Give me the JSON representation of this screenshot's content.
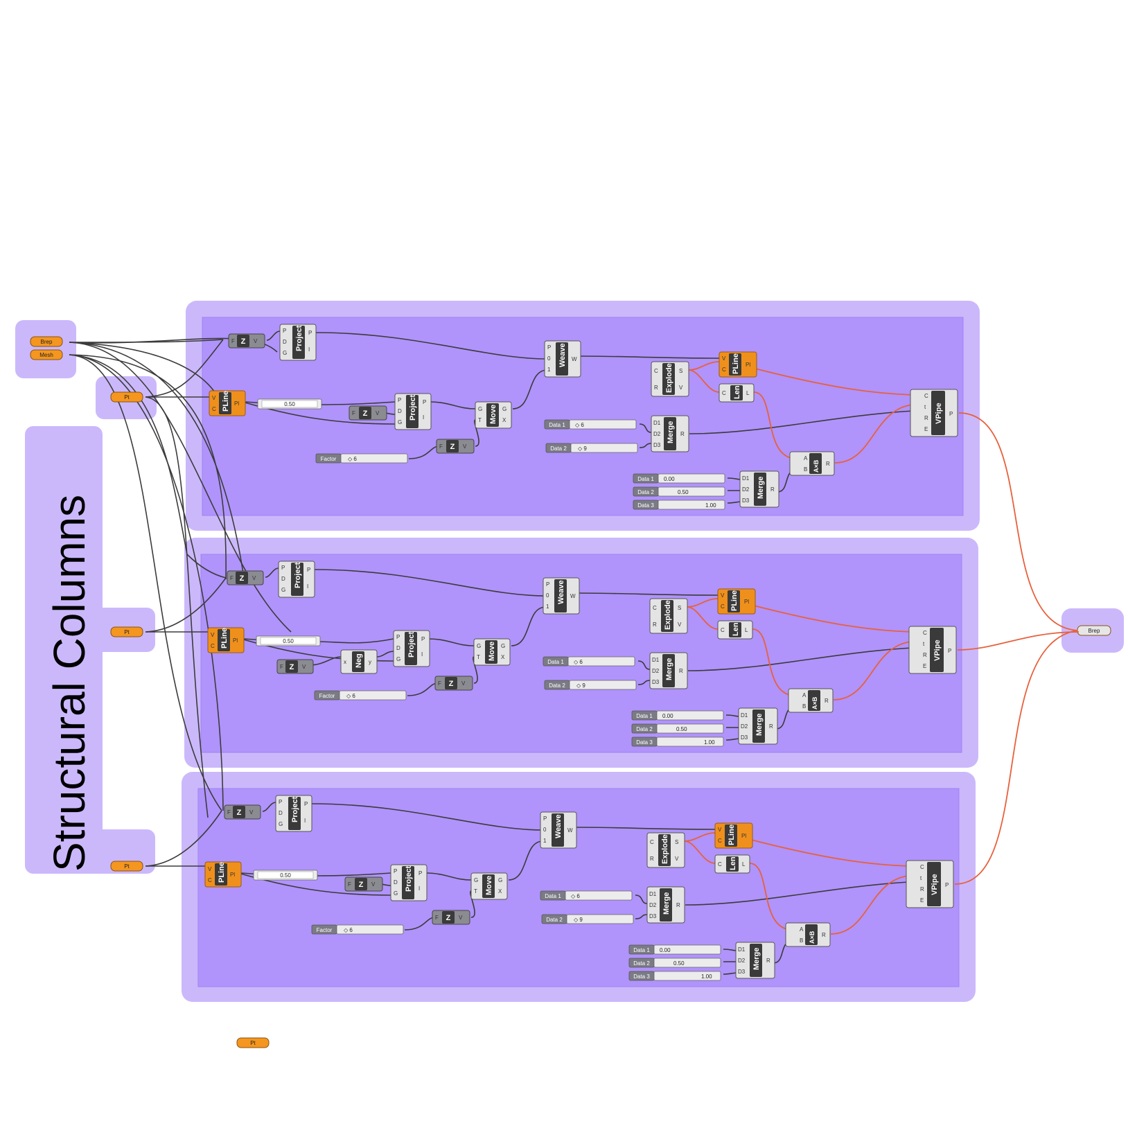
{
  "title": "Structural Columns",
  "colors": {
    "group_outer": "#cbb8fb",
    "group_inner": "#b093fb",
    "wire": "#3b3b3b",
    "wire_selected": "#e8603b",
    "param_fill": "#f4961f"
  },
  "params": {
    "brep": "Brep",
    "mesh": "Mesh",
    "pt": "Pt",
    "brep_out": "Brep"
  },
  "components": {
    "project": "Project",
    "weave": "Weave",
    "explode": "Explode",
    "pline": "PLine",
    "len": "Len",
    "vpipe": "VPipe",
    "merge": "Merge",
    "move": "Move",
    "axb": "A×B",
    "z": "Z",
    "neg": "Neg"
  },
  "sliders": {
    "factor_label": "Factor",
    "factor_value": "◇ 6",
    "offset_value": "0.50",
    "data1_label": "Data 1",
    "data2_label": "Data 2",
    "data3_label": "Data 3",
    "merge_a_d1": "◇ 6",
    "merge_a_d2": "◇ 9",
    "merge_b_d1": "0.00",
    "merge_b_d2": "0.50",
    "merge_b_d3": "1.00"
  },
  "ports": {
    "p": "P",
    "d": "D",
    "g": "G",
    "i": "I",
    "f": "F",
    "v": "V",
    "c": "C",
    "pl": "Pl",
    "zero": "0",
    "one": "1",
    "w": "W",
    "r": "R",
    "s": "S",
    "l": "L",
    "t": "T",
    "x": "X",
    "y": "y",
    "xl": "x",
    "a": "A",
    "b": "B",
    "tl": "t",
    "e": "E",
    "d1": "D1",
    "d2": "D2",
    "d3": "D3"
  }
}
